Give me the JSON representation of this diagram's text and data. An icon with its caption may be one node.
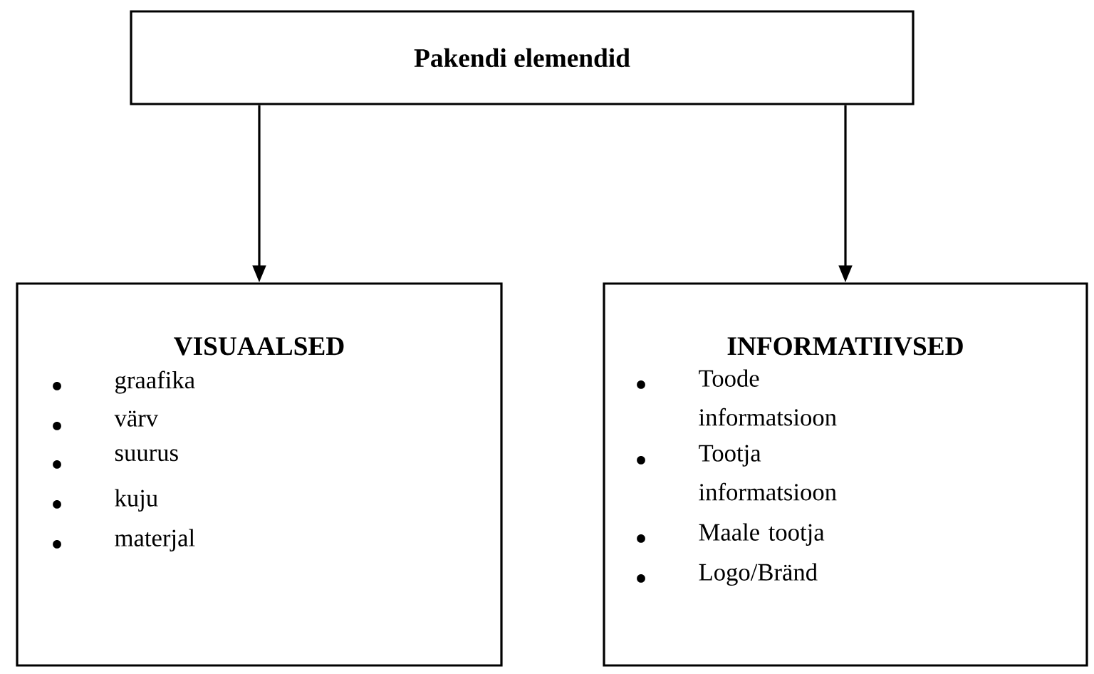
{
  "diagram": {
    "nodes": [
      {
        "text": [
          "Pakendi elemendid"
        ]
      },
      {
        "text": [
          "VISUAALSED",
          "graafika",
          "värv",
          "suurus",
          "kuju",
          "materjal"
        ]
      },
      {
        "text": [
          "INFORMATIIVSED",
          "Toode informatsioon",
          "Tootja informatsioon",
          "Maale tootja",
          "Logo/Bränd"
        ]
      }
    ],
    "edges": [
      {
        "from": 0,
        "to": 1,
        "arrow": "to"
      },
      {
        "from": 0,
        "to": 2,
        "arrow": "to"
      }
    ]
  }
}
